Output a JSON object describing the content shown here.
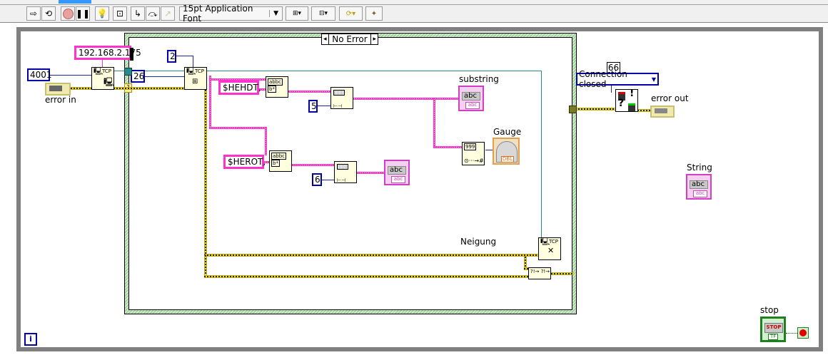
{
  "toolbar": {
    "run_icon": "run-arrow-icon",
    "run_continuous_icon": "run-continuously-icon",
    "abort_icon": "abort-execution-icon",
    "pause_icon": "pause-icon",
    "highlight_icon": "highlight-execution-lightbulb-icon",
    "retain_wire_icon": "retain-wire-values-icon",
    "step_into_icon": "step-into-icon",
    "step_over_icon": "step-over-icon",
    "step_out_icon": "step-out-icon",
    "font_select": "15pt Application Font",
    "align_icon": "align-objects-icon",
    "distribute_icon": "distribute-objects-icon",
    "reorder_icon": "reorder-icon",
    "cleanup_icon": "clean-up-diagram-icon"
  },
  "diagram": {
    "case_selector": "No Error",
    "constants": {
      "ip_address": "192.168.2.175",
      "port": "4001",
      "bytes_to_read": "26",
      "mode": "2",
      "search_hehdt": "$HEHDT,",
      "search_herot": "$HEROT,",
      "length_5": "5",
      "length_6": "6",
      "error_code": "66",
      "error_ring": "Connection closed"
    },
    "labels": {
      "error_in": "error in",
      "error_out": "error out",
      "substring": "substring",
      "gauge": "Gauge",
      "neigung": "Neigung",
      "string": "String",
      "stop": "stop"
    },
    "node_texts": {
      "tcp": "TCP",
      "abc": "abc",
      "dbl": "DBL",
      "stop_button": "STOP",
      "tf": "TF",
      "iteration": "i"
    },
    "colors": {
      "string_wire": "#ff33cc",
      "numeric_wire": "#1c2a9c",
      "refnum_wire": "#2a8a8a",
      "error_wire": "#e6d84a",
      "loop_border": "#808080",
      "case_border": "#8fc88a"
    }
  }
}
